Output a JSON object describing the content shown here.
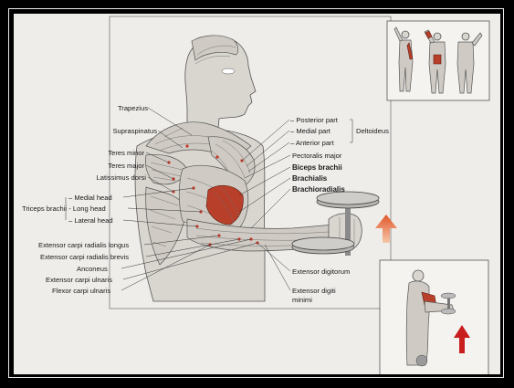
{
  "labels_left": [
    "Trapezius",
    "Supraspinatus",
    "Teres minor",
    "Teres major",
    "Latissimus dorsi",
    "– Medial head",
    "Triceps brachii - Long head",
    "– Lateral head",
    "Extensor carpi radialis longus",
    "Extensor carpi radialis brevis",
    "Anconeus",
    "Extensor carpi ulnaris",
    "Flexor carpi ulnaris"
  ],
  "deltoid_parts": [
    "– Posterior part",
    "– Medial part",
    "– Anterior part"
  ],
  "deltoid_group": "Deltoideus",
  "labels_right": [
    "Pectoralis major",
    "Biceps brachii",
    "Brachialis",
    "Brachioradialis"
  ],
  "labels_lower": [
    "Extensor digitorum",
    "Extensor digiti",
    "minimi"
  ],
  "colors": {
    "highlight": "#b8402b",
    "arrow": "#e0562b",
    "arrow_dark": "#c81e1e",
    "frame": "#000000"
  },
  "icons": [
    "arrow-up-icon",
    "arrow-up-icon"
  ]
}
